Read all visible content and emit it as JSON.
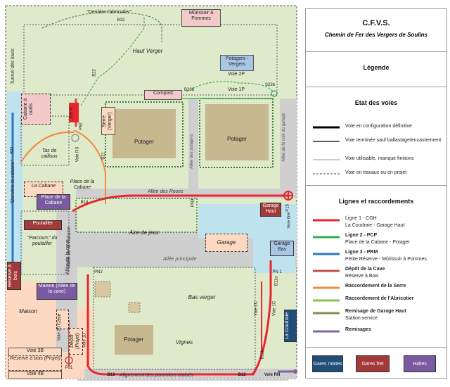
{
  "header": {
    "title": "C.F.V.S.",
    "subtitle": "Chemin de Fer des Vergers de Soulins"
  },
  "legend_title": "Légende",
  "track_state": {
    "title": "Etat des voies",
    "items": [
      {
        "label": "Voie en configuration définitive",
        "style": "thick"
      },
      {
        "label": "Voie terminée sauf ballastage/encastrement",
        "style": "thin"
      },
      {
        "label": "Voie utilisable, manque finitions",
        "style": "gray"
      },
      {
        "label": "Voie en travaux ou en projet",
        "style": "dashed"
      }
    ]
  },
  "lines": {
    "title": "Lignes et raccordements",
    "items": [
      {
        "name": "Ligne 1 - CGH",
        "sub": "La Coudraie - Garage Haut",
        "color": "#e8262b"
      },
      {
        "name": "Ligne 2 - PCP",
        "sub": "Place de la Cabane - Potager",
        "color": "#2eae4f"
      },
      {
        "name": "Ligne 3 - PRM",
        "sub": "Petite Réserve - Mûrissoir à Pommes",
        "color": "#2a78c2"
      },
      {
        "name": "Dépôt de la Cave",
        "sub": "Réserve à Bois",
        "color": "#c0504d"
      },
      {
        "name": "Raccordement de la Serre",
        "sub": "",
        "color": "#f08a3c"
      },
      {
        "name": "Raccordement de l'Abricotier",
        "sub": "",
        "color": "#8cc152"
      },
      {
        "name": "Remisage de Garage Haut",
        "sub": "Station service",
        "color": "#8a8a50"
      },
      {
        "name": "Remisages",
        "sub": "",
        "color": "#8064a2"
      }
    ]
  },
  "keys": [
    {
      "label": "Gares mixtes",
      "color": "#1f4e79"
    },
    {
      "label": "Gares fret",
      "color": "#a33a3a"
    },
    {
      "label": "Haltes",
      "color": "#7a5aa0"
    }
  ],
  "map": {
    "areas": {
      "haut_verger": "Haut Verger",
      "potager_left": "Potager",
      "potager_right": "Potager",
      "tas_de_cailloux": "Tas de cailloux",
      "place_de_la_cabane": "Place de la Cabane",
      "aire_de_jeux": "Aire de jeux",
      "maison": "Maison",
      "bas_verger": "Bas verger",
      "potager_bottom": "Potager",
      "vignes": "Vignes",
      "allee_des_potagers": "Allée des potagers",
      "allee_des_roses": "Allée des Roses",
      "allee_principale": "Allée principale",
      "allee_de_la_cave": "Allée de la cave",
      "allee_pommiers": "Alignement des pommiers croisés",
      "allee_gh": "Allée de la voie du garage",
      "allee_de_la_cabane": "Allée de la cabane",
      "tunnel_des_kiwis": "Tunnel des kiwis",
      "derriere_cabane": "\"Derrière la cabane\"",
      "derriere_abricotier": "\"Derrière l'abricotier\""
    },
    "labels": {
      "murissoir": "Mûrissoir à Pommes",
      "potagers_vergers": "Potagers - Vergers",
      "compost": "Compost",
      "cabane_outils": "Cabane à outils",
      "serre_red": "Serre",
      "serre_vergers": "Serre (Verger)",
      "la_cabane": "La Cabane",
      "place_cabane_halt": "Place de la Cabane",
      "poulailler": "Poulailler",
      "parcours_poulailler": "\"Parcours\" du poulailler",
      "garage": "Garage",
      "garage_haut": "Garage Haut",
      "garage_bas": "Garage Bas",
      "reserve_a_bois": "Réserve à bois",
      "maison_halt": "Maison (Allée de la cave)",
      "cave": "Cave",
      "depot_projet": "Dépôt (Projet)",
      "voie_3b": "Voie 3B",
      "reserve_bois_projet": "Réserve à bois (Projet)",
      "voie_4b": "Voie 4B",
      "la_coudraie": "La Coudraie"
    },
    "tracks": {
      "voie_2p": "Voie 2P",
      "voie_1p": "Voie 1P",
      "voie_rs": "Voie RS",
      "voie_2d": "Voie 2D",
      "voie_1d": "Voie 1D",
      "voie_2c": "Voie 2C",
      "voie_1c": "Voie 1C",
      "voie_gh": "Voie GH",
      "voie_rn": "Voie RN",
      "b31": "B31",
      "b32": "B32",
      "b22": "B22",
      "b23b": "B23b",
      "s23b": "S23b",
      "b21": "B21",
      "p92": "P92",
      "b14": "B14",
      "pn3": "PN3",
      "p15": "P15",
      "pn2": "PN2",
      "pn1": "PN 1",
      "b11a": "B11a",
      "b11b": "B11b",
      "b13": "B13",
      "b12": "B12",
      "p91": "P91"
    }
  }
}
